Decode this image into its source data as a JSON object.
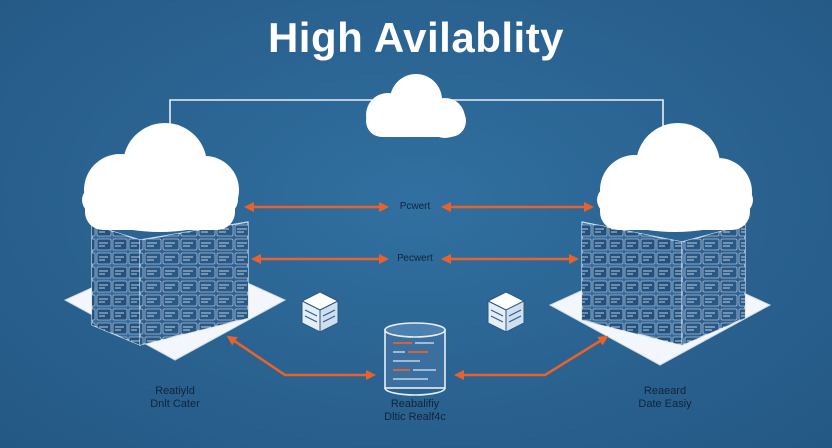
{
  "title": "High Avilablity",
  "arrows": {
    "top_label": "Pсwert",
    "middle_label": "Ресwert"
  },
  "left_site": {
    "line1": "Reatiyld",
    "line2": "Dnlt Cater"
  },
  "right_site": {
    "line1": "Reaeard",
    "line2": "Date Easiy"
  },
  "center_db": {
    "line1": "Reabalifiy",
    "line2": "Dltic Realf4c"
  },
  "colors": {
    "background": "#2b6492",
    "cloud": "#ffffff",
    "server": "#3d6e9e",
    "arrow": "#e8622c",
    "line": "#e8eef4"
  },
  "icons": [
    "cloud-icon",
    "server-rack-icon",
    "cube-icon",
    "database-icon"
  ]
}
